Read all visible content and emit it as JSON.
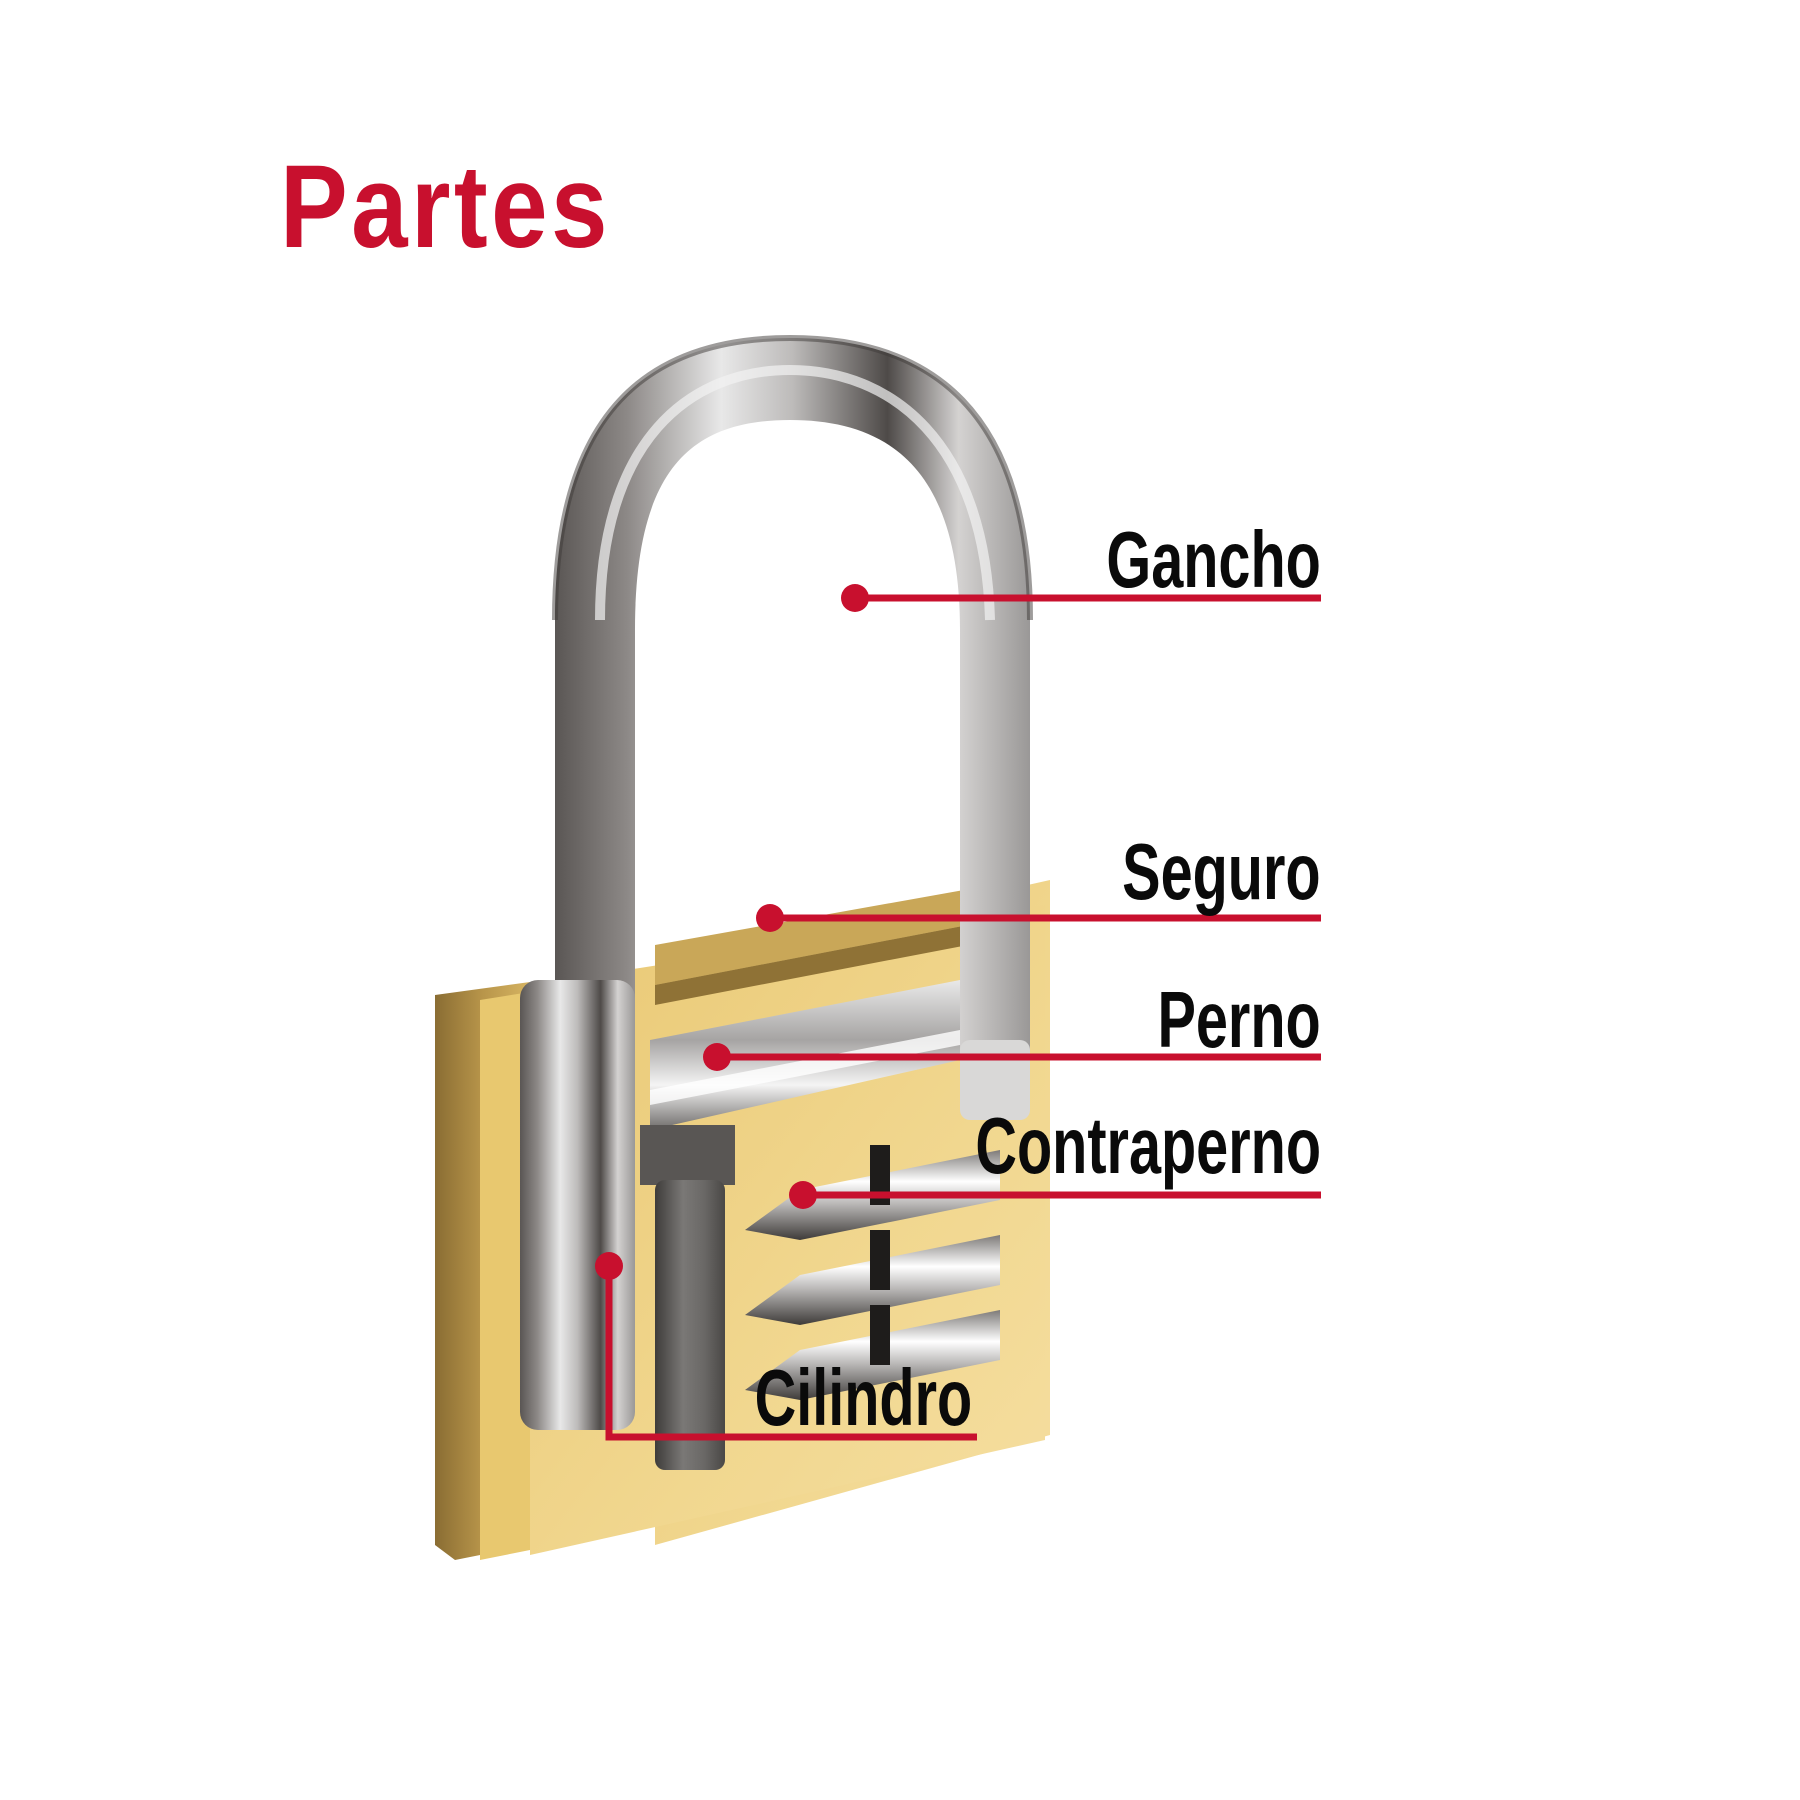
{
  "title": "Partes",
  "colors": {
    "accent": "#c8102e",
    "label_text": "#0a0a0a",
    "brass_light": "#f0d68c",
    "brass_mid": "#d8b65e",
    "brass_dark": "#8f7236",
    "chrome_light": "#e6e6e6",
    "chrome_mid": "#a9a7a6",
    "chrome_dark": "#4d4a48",
    "cylinder_gray": "#6a6866",
    "background": "#ffffff"
  },
  "parts": [
    {
      "id": "gancho",
      "label": "Gancho"
    },
    {
      "id": "seguro",
      "label": "Seguro"
    },
    {
      "id": "perno",
      "label": "Perno"
    },
    {
      "id": "contraperno",
      "label": "Contraperno"
    },
    {
      "id": "cilindro",
      "label": "Cilindro"
    }
  ]
}
